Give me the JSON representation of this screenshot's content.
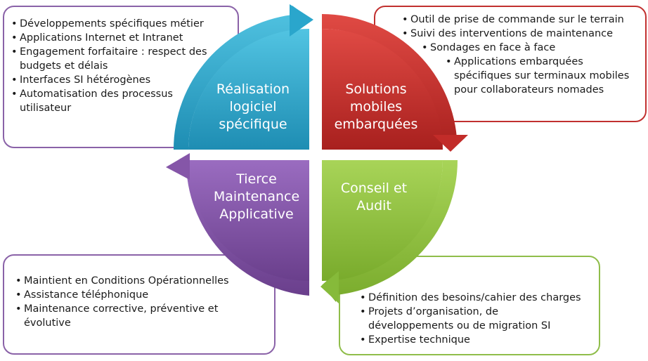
{
  "colors": {
    "realisation": "#29a7cc",
    "solutions": "#c8302c",
    "tierce": "#7d4f9e",
    "conseil": "#8fc23f"
  },
  "quadrants": {
    "top_left": {
      "label": "Réalisation logiciel spécifique"
    },
    "top_right": {
      "label": "Solutions mobiles embarquées"
    },
    "bottom_left": {
      "label": "Tierce Maintenance Applicative"
    },
    "bottom_right": {
      "label": "Conseil et Audit"
    }
  },
  "boxes": {
    "top_left": {
      "items": [
        "Développements spécifiques métier",
        "Applications Internet et Intranet",
        "Engagement forfaitaire : respect des budgets et délais",
        "Interfaces SI hétérogènes",
        "Automatisation des processus utilisateur"
      ]
    },
    "top_right": {
      "items": [
        "Outil de prise de commande sur le terrain",
        "Suivi des interventions de maintenance",
        "Sondages en face à face",
        "Applications embarquées spécifiques sur terminaux mobiles pour collaborateurs nomades"
      ]
    },
    "bottom_left": {
      "items": [
        "Maintient en Conditions Opérationnelles",
        "Assistance téléphonique",
        "Maintenance corrective, préventive et évolutive"
      ]
    },
    "bottom_right": {
      "items": [
        "Définition des besoins/cahier des charges",
        "Projets d’organisation,  de développements  ou de migration SI",
        "Expertise technique"
      ]
    }
  }
}
